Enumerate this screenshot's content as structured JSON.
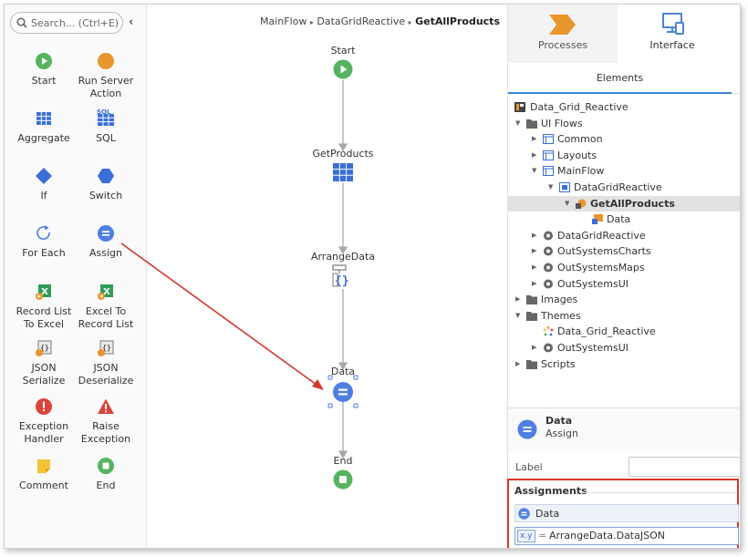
{
  "toolbox": {
    "search_placeholder": "Search... (Ctrl+E)",
    "tools": [
      {
        "label": "Start",
        "icon": "start-icon"
      },
      {
        "label": "Run Server Action",
        "icon": "server-action-icon"
      },
      {
        "label": "Aggregate",
        "icon": "aggregate-icon"
      },
      {
        "label": "SQL",
        "icon": "sql-icon"
      },
      {
        "label": "If",
        "icon": "if-icon"
      },
      {
        "label": "Switch",
        "icon": "switch-icon"
      },
      {
        "label": "For Each",
        "icon": "for-each-icon"
      },
      {
        "label": "Assign",
        "icon": "assign-icon"
      },
      {
        "label": "Record List To Excel",
        "icon": "record-list-to-excel-icon"
      },
      {
        "label": "Excel To Record List",
        "icon": "excel-to-record-list-icon"
      },
      {
        "label": "JSON Serialize",
        "icon": "json-serialize-icon"
      },
      {
        "label": "JSON Deserialize",
        "icon": "json-deserialize-icon"
      },
      {
        "label": "Exception Handler",
        "icon": "exception-handler-icon"
      },
      {
        "label": "Raise Exception",
        "icon": "raise-exception-icon"
      },
      {
        "label": "Comment",
        "icon": "comment-icon"
      },
      {
        "label": "End",
        "icon": "end-icon"
      }
    ],
    "sql_badge": "SQL"
  },
  "canvas": {
    "breadcrumb": {
      "part1": "MainFlow",
      "part2": "DataGridReactive",
      "part3": "GetAllProducts",
      "sep": "▸"
    },
    "nodes": {
      "start": "Start",
      "get_products": "GetProducts",
      "arrange_data": "ArrangeData",
      "data": "Data",
      "end": "End"
    }
  },
  "panel": {
    "tabs": {
      "processes": "Processes",
      "interface": "Interface"
    },
    "subtab": "Elements",
    "tree": {
      "root": "Data_Grid_Reactive",
      "ui_flows": "UI Flows",
      "common": "Common",
      "layouts": "Layouts",
      "mainflow": "MainFlow",
      "datagridreactive_screen": "DataGridReactive",
      "getallproducts": "GetAllProducts",
      "data_node": "Data",
      "dep_datagridreactive": "DataGridReactive",
      "dep_charts": "OutSystemsCharts",
      "dep_maps": "OutSystemsMaps",
      "dep_ui": "OutSystemsUI",
      "images": "Images",
      "themes": "Themes",
      "theme_dgr": "Data_Grid_Reactive",
      "theme_osui": "OutSystemsUI",
      "scripts": "Scripts"
    },
    "props": {
      "name": "Data",
      "type": "Assign",
      "label_caption": "Label",
      "label_value": ""
    },
    "assignments": {
      "title": "Assignments",
      "variable": "Data",
      "value": "ArrangeData.DataJSON",
      "xy_badge": "x.y",
      "equals": "="
    }
  },
  "colors": {
    "start_green": "#56b35f",
    "assign_blue": "#4f7fe3",
    "server_orange": "#e8962b",
    "aggregate_blue": "#3a6fd8",
    "exception_red": "#d9443b",
    "comment_yellow": "#f3c335",
    "highlight_red": "#d5372b"
  }
}
